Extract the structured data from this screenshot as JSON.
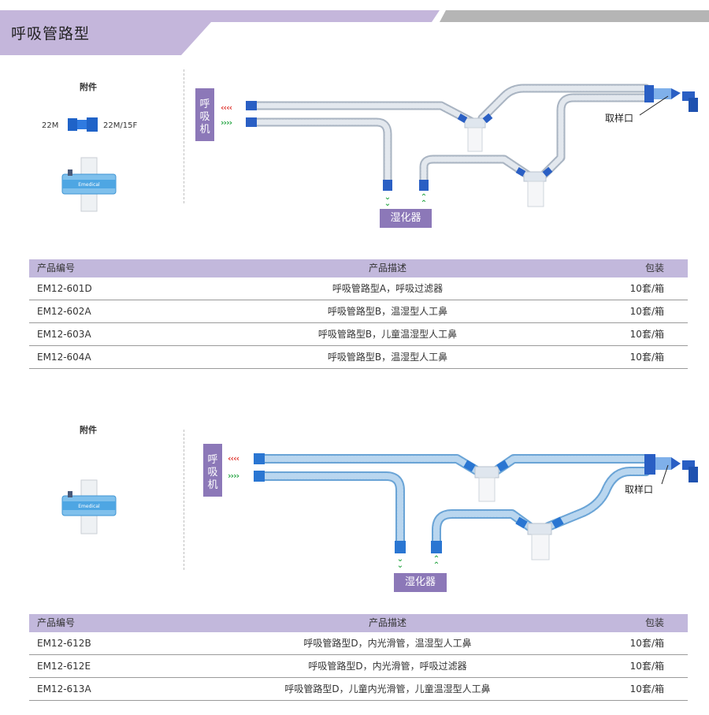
{
  "header": {
    "title": "呼吸管路型"
  },
  "section1": {
    "accessories_label": "附件",
    "connector_left_label": "22M",
    "connector_right_label": "22M/15F",
    "filter_brand": "Emedical",
    "ventilator_label": [
      "呼",
      "吸",
      "机"
    ],
    "humidifier_label": "湿化器",
    "sample_port_label": "取样口",
    "table": {
      "headers": [
        "产品编号",
        "产品描述",
        "包装"
      ],
      "rows": [
        [
          "EM12-601D",
          "呼吸管路型A，呼吸过滤器",
          "10套/箱"
        ],
        [
          "EM12-602A",
          "呼吸管路型B，温湿型人工鼻",
          "10套/箱"
        ],
        [
          "EM12-603A",
          "呼吸管路型B，儿童温湿型人工鼻",
          "10套/箱"
        ],
        [
          "EM12-604A",
          "呼吸管路型B，温湿型人工鼻",
          "10套/箱"
        ]
      ]
    }
  },
  "section2": {
    "accessories_label": "附件",
    "filter_brand": "Emedical",
    "ventilator_label": [
      "呼",
      "吸",
      "机"
    ],
    "humidifier_label": "湿化器",
    "sample_port_label": "取样口",
    "table": {
      "headers": [
        "产品编号",
        "产品描述",
        "包装"
      ],
      "rows": [
        [
          "EM12-612B",
          "呼吸管路型D，内光滑管，温湿型人工鼻",
          "10套/箱"
        ],
        [
          "EM12-612E",
          "呼吸管路型D，内光滑管，呼吸过滤器",
          "10套/箱"
        ],
        [
          "EM12-613A",
          "呼吸管路型D，儿童内光滑管，儿童温湿型人工鼻",
          "10套/箱"
        ]
      ]
    }
  },
  "colors": {
    "banner_purple": "#c4b6db",
    "banner_gray": "#b5b5b5",
    "box_purple": "#8c78b8",
    "table_header": "#c2b8dc",
    "arrow_red": "#e0403a",
    "arrow_green": "#2ea84a",
    "connector_blue": "#2a5fc4"
  }
}
